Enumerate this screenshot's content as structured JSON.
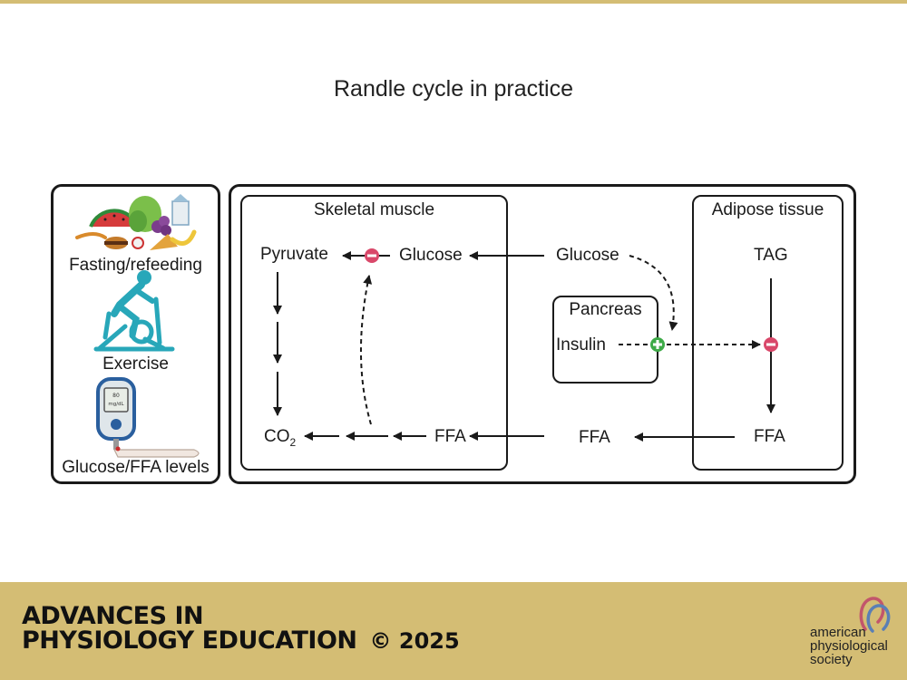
{
  "title": "Randle cycle in practice",
  "left_panel": {
    "items": [
      {
        "label": "Fasting/refeeding",
        "icon": "food-icon"
      },
      {
        "label": "Exercise",
        "icon": "exercise-bike-icon"
      },
      {
        "label": "Glucose/FFA levels",
        "icon": "glucose-meter-icon"
      }
    ],
    "meter_value": "80",
    "meter_unit": "mg/dL"
  },
  "skeletal_muscle": {
    "title": "Skeletal muscle",
    "pyruvate": "Pyruvate",
    "glucose": "Glucose",
    "co2_main": "CO",
    "co2_sub": "2",
    "ffa": "FFA"
  },
  "middle": {
    "glucose": "Glucose",
    "ffa": "FFA",
    "pancreas_title": "Pancreas",
    "insulin": "Insulin"
  },
  "adipose": {
    "title": "Adipose tissue",
    "tag": "TAG",
    "ffa": "FFA"
  },
  "colors": {
    "inhibit": "#d9486a",
    "stimulate": "#3daa47",
    "icon_teal": "#28a7b9",
    "footer": "#d4bd74"
  },
  "footer": {
    "journal_line1": "ADVANCES IN",
    "journal_line2": "PHYSIOLOGY EDUCATION",
    "copyright": "© 2025",
    "society_line1": "american",
    "society_line2": "physiological",
    "society_line3": "society"
  }
}
